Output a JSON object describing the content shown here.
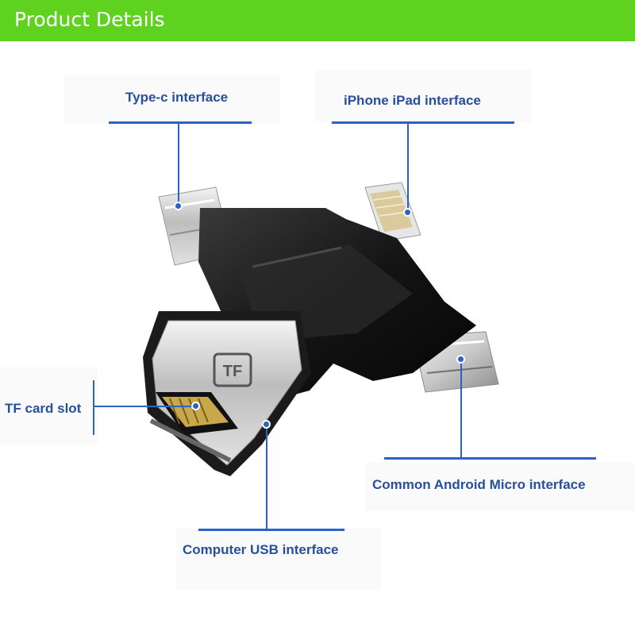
{
  "header": {
    "title": "Product Details"
  },
  "labels": {
    "type_c": "Type-c interface",
    "iphone_ipad": "iPhone iPad interface",
    "tf_card_slot": "TF card slot",
    "android_micro": "Common Android Micro interface",
    "computer_usb": "Computer USB interface"
  },
  "product": {
    "card_icon_text": "TF"
  },
  "colors": {
    "header_bg": "#5fd21f",
    "label_text": "#27509b",
    "callout_line": "#2a63c4"
  }
}
